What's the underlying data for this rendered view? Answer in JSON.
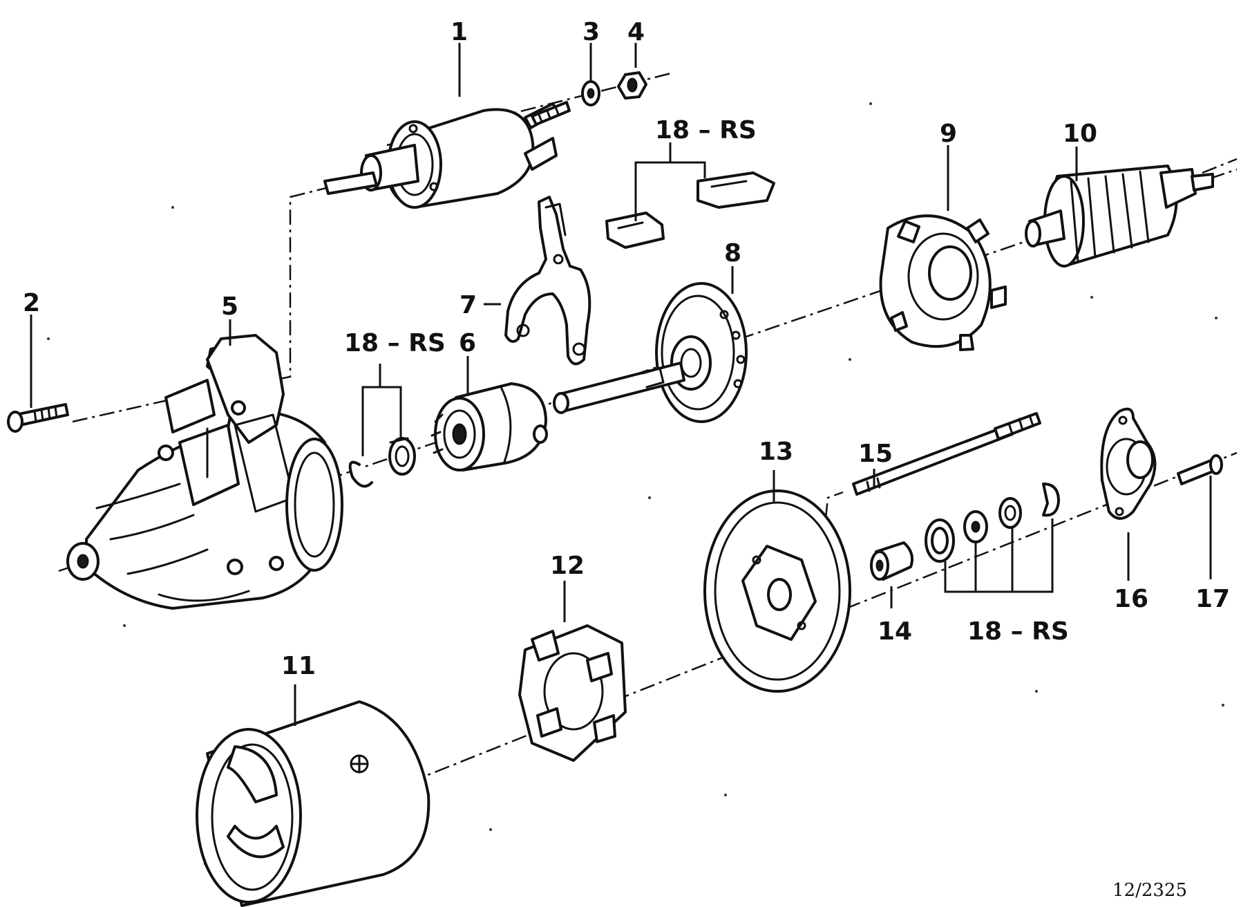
{
  "diagram": {
    "reference_code": "12/2325",
    "callouts": [
      {
        "id": "1",
        "label": "1"
      },
      {
        "id": "2",
        "label": "2"
      },
      {
        "id": "3",
        "label": "3"
      },
      {
        "id": "4",
        "label": "4"
      },
      {
        "id": "5",
        "label": "5"
      },
      {
        "id": "6",
        "label": "6"
      },
      {
        "id": "7",
        "label": "7"
      },
      {
        "id": "8",
        "label": "8"
      },
      {
        "id": "9",
        "label": "9"
      },
      {
        "id": "10",
        "label": "10"
      },
      {
        "id": "11",
        "label": "11"
      },
      {
        "id": "12",
        "label": "12"
      },
      {
        "id": "13",
        "label": "13"
      },
      {
        "id": "14",
        "label": "14"
      },
      {
        "id": "15",
        "label": "15"
      },
      {
        "id": "16",
        "label": "16"
      },
      {
        "id": "17",
        "label": "17"
      },
      {
        "id": "18a",
        "label": "18 – RS"
      },
      {
        "id": "18b",
        "label": "18 – RS"
      },
      {
        "id": "18c",
        "label": "18 – RS"
      }
    ]
  }
}
